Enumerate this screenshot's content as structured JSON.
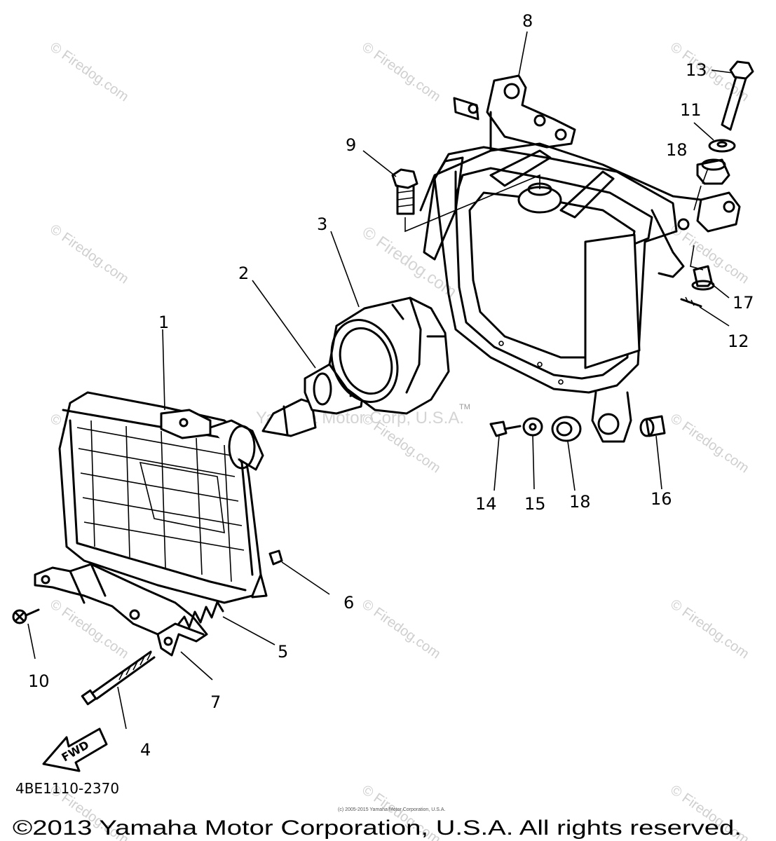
{
  "parts": [
    {
      "id": "1",
      "label": "1"
    },
    {
      "id": "2",
      "label": "2"
    },
    {
      "id": "3",
      "label": "3"
    },
    {
      "id": "4",
      "label": "4"
    },
    {
      "id": "5",
      "label": "5"
    },
    {
      "id": "6",
      "label": "6"
    },
    {
      "id": "7",
      "label": "7"
    },
    {
      "id": "8",
      "label": "8"
    },
    {
      "id": "9",
      "label": "9"
    },
    {
      "id": "10",
      "label": "10"
    },
    {
      "id": "11",
      "label": "11"
    },
    {
      "id": "12",
      "label": "12"
    },
    {
      "id": "13",
      "label": "13"
    },
    {
      "id": "14",
      "label": "14"
    },
    {
      "id": "15",
      "label": "15"
    },
    {
      "id": "16",
      "label": "16"
    },
    {
      "id": "17",
      "label": "17"
    },
    {
      "id": "18a",
      "label": "18"
    },
    {
      "id": "18b",
      "label": "18"
    }
  ],
  "fwd_label": "FWD",
  "diagram_code": "4BE1110-2370",
  "watermark": "© Firedog.com",
  "center_watermark": "Yamaha Motor Corp, U.S.A.",
  "tm_mark": "TM",
  "small_copyright": "(c) 2005-2015 Yamaha Motor Corporation, U.S.A.",
  "copyright": "©2013 Yamaha Motor Corporation, U.S.A. All rights reserved."
}
